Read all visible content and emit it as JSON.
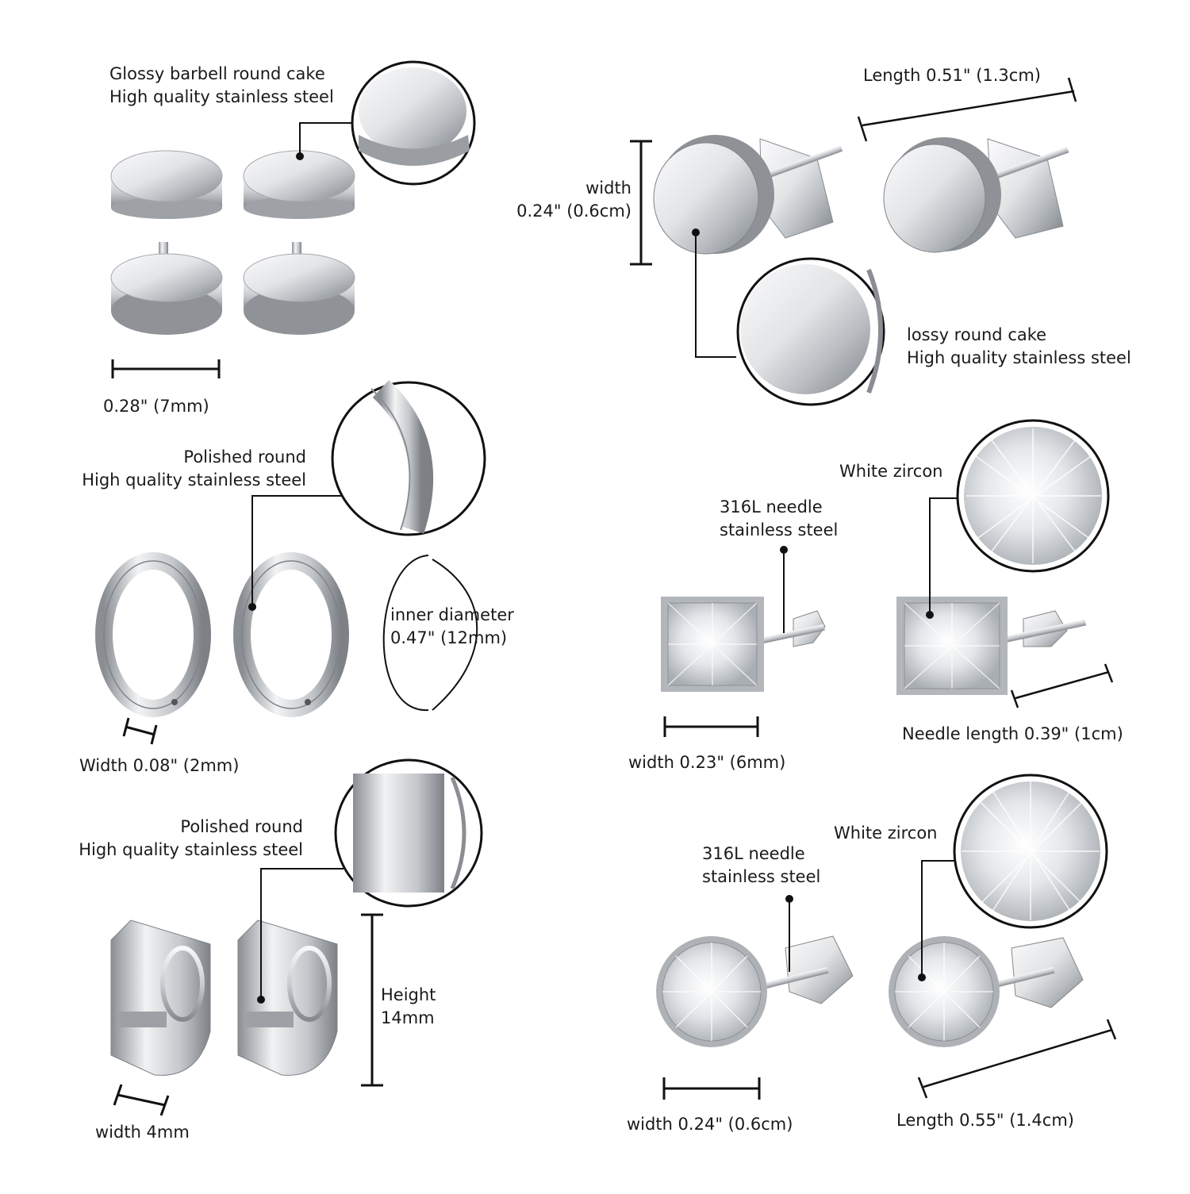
{
  "colors": {
    "metal_light": "#f4f5f6",
    "metal_dark": "#8b9095",
    "line": "#111111",
    "background": "#ffffff"
  },
  "barbell": {
    "callout_line1": "Glossy barbell round cake",
    "callout_line2": "High quality stainless steel",
    "dimension": "0.28\" (7mm)"
  },
  "flat_stud": {
    "length": "Length 0.51\" (1.3cm)",
    "width_label": "width",
    "width_value": "0.24\" (0.6cm)",
    "callout_line1": "lossy round cake",
    "callout_line2": "High quality stainless steel"
  },
  "hoop": {
    "callout_line1": "Polished round",
    "callout_line2": "High quality stainless steel",
    "inner_label": "inner diameter",
    "inner_value": "0.47\" (12mm)",
    "width": "Width 0.08\" (2mm)"
  },
  "square_stud": {
    "zircon": "White zircon",
    "needle_line1": "316L needle",
    "needle_line2": "stainless steel",
    "needle_length": "Needle length 0.39\" (1cm)",
    "width": "width 0.23\" (6mm)"
  },
  "huggie": {
    "callout_line1": "Polished round",
    "callout_line2": "High quality stainless steel",
    "height_label": "Height",
    "height_value": "14mm",
    "width": "width 4mm"
  },
  "round_stud": {
    "zircon": "White zircon",
    "needle_line1": "316L needle",
    "needle_line2": "stainless steel",
    "width": "width 0.24\" (0.6cm)",
    "length": "Length 0.55\" (1.4cm)"
  }
}
